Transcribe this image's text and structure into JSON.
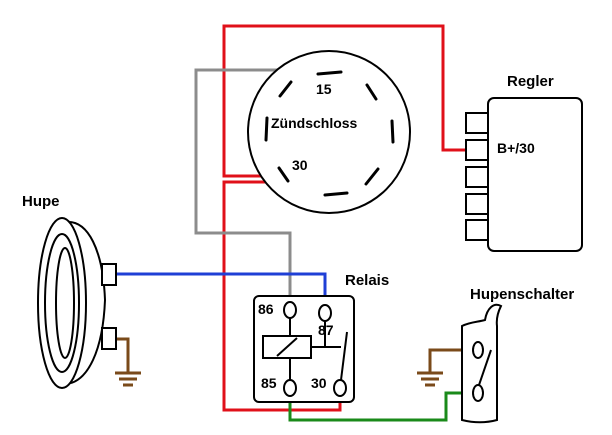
{
  "labels": {
    "horn": "Hupe",
    "ignition_switch": "Zündschloss",
    "ignition_terminal_15": "15",
    "ignition_terminal_30": "30",
    "regulator": "Regler",
    "regulator_terminal": "B+/30",
    "relay": "Relais",
    "relay_pin_86": "86",
    "relay_pin_87": "87",
    "relay_pin_85": "85",
    "relay_pin_30": "30",
    "horn_switch": "Hupenschalter"
  },
  "colors": {
    "battery_wire": "#e0101a",
    "switched_wire": "#8c8c8c",
    "horn_wire": "#1f3fd6",
    "switch_wire": "#1a8a1a",
    "ground_wire": "#7a4a1a",
    "outline": "#000000"
  }
}
